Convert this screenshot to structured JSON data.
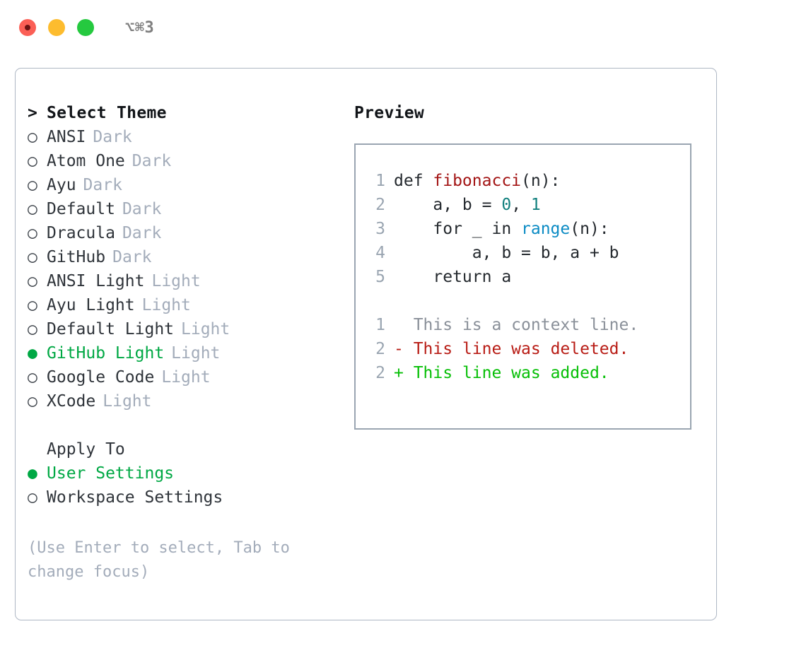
{
  "titlebar": {
    "traffic_lights": [
      "close-red",
      "minimize-yellow",
      "maximize-green"
    ],
    "shortcut": "⌥⌘3"
  },
  "colors": {
    "selected_green": "#00a844",
    "muted_tag": "#a3acba",
    "panel_border": "#aeb7c4",
    "preview_border": "#9aa5b1",
    "diff_add": "#06bf06",
    "diff_del": "#b81c15",
    "diff_ctx": "#8a9099",
    "syntax_function": "#a31515",
    "syntax_number": "#12807e",
    "syntax_builtin": "#0b8bc4",
    "code_text": "#24292e",
    "light_red": "#fb5f56",
    "light_yellow": "#fdbc2e",
    "light_green": "#25c93f"
  },
  "theme_section": {
    "caret": ">",
    "heading": "Select Theme",
    "items": [
      {
        "marker": "○",
        "name": "ANSI",
        "tag": "Dark",
        "selected": false
      },
      {
        "marker": "○",
        "name": "Atom One",
        "tag": "Dark",
        "selected": false
      },
      {
        "marker": "○",
        "name": "Ayu",
        "tag": "Dark",
        "selected": false
      },
      {
        "marker": "○",
        "name": "Default",
        "tag": "Dark",
        "selected": false
      },
      {
        "marker": "○",
        "name": "Dracula",
        "tag": "Dark",
        "selected": false
      },
      {
        "marker": "○",
        "name": "GitHub",
        "tag": "Dark",
        "selected": false
      },
      {
        "marker": "○",
        "name": "ANSI Light",
        "tag": "Light",
        "selected": false
      },
      {
        "marker": "○",
        "name": "Ayu Light",
        "tag": "Light",
        "selected": false
      },
      {
        "marker": "○",
        "name": "Default Light",
        "tag": "Light",
        "selected": false
      },
      {
        "marker": "●",
        "name": "GitHub Light",
        "tag": "Light",
        "selected": true
      },
      {
        "marker": "○",
        "name": "Google Code",
        "tag": "Light",
        "selected": false
      },
      {
        "marker": "○",
        "name": "XCode",
        "tag": "Light",
        "selected": false
      }
    ]
  },
  "apply_section": {
    "heading": "Apply To",
    "items": [
      {
        "marker": "●",
        "name": "User Settings",
        "selected": true
      },
      {
        "marker": "○",
        "name": "Workspace Settings",
        "selected": false
      }
    ]
  },
  "hint": "(Use Enter to select, Tab to change focus)",
  "preview": {
    "title": "Preview",
    "code_lines": [
      {
        "no": "1",
        "tokens": [
          {
            "t": "def ",
            "c": "plain"
          },
          {
            "t": "fibonacci",
            "c": "fn"
          },
          {
            "t": "(n):",
            "c": "plain"
          }
        ]
      },
      {
        "no": "2",
        "tokens": [
          {
            "t": "    a, b = ",
            "c": "plain"
          },
          {
            "t": "0",
            "c": "num"
          },
          {
            "t": ", ",
            "c": "plain"
          },
          {
            "t": "1",
            "c": "num"
          }
        ]
      },
      {
        "no": "3",
        "tokens": [
          {
            "t": "    for _ in ",
            "c": "plain"
          },
          {
            "t": "range",
            "c": "build"
          },
          {
            "t": "(n):",
            "c": "plain"
          }
        ]
      },
      {
        "no": "4",
        "tokens": [
          {
            "t": "        a, b = b, a + b",
            "c": "plain"
          }
        ]
      },
      {
        "no": "5",
        "tokens": [
          {
            "t": "    return a",
            "c": "plain"
          }
        ]
      }
    ],
    "diff_lines": [
      {
        "no": "1",
        "sign": " ",
        "text": " This is a context line.",
        "kind": "ctx"
      },
      {
        "no": "2",
        "sign": "-",
        "text": " This line was deleted.",
        "kind": "del"
      },
      {
        "no": "2",
        "sign": "+",
        "text": " This line was added.",
        "kind": "add"
      }
    ]
  }
}
